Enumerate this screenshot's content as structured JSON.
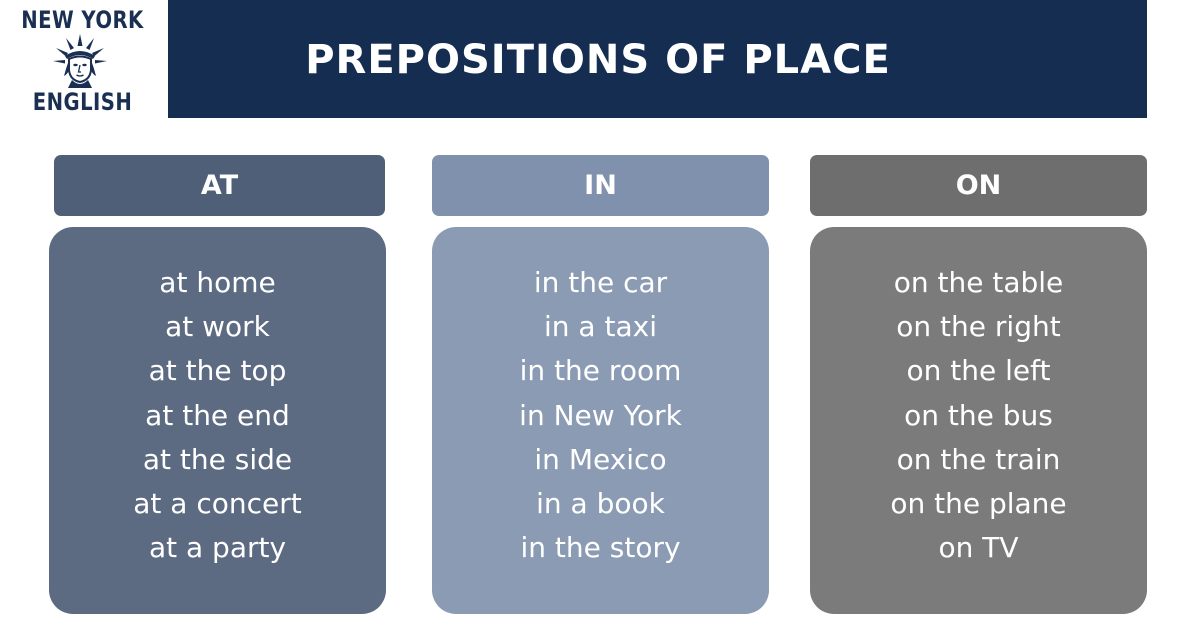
{
  "logo": {
    "line1": "NEW YORK",
    "line2": "ENGLISH",
    "icon": "statue-of-liberty-icon"
  },
  "header": {
    "title": "PREPOSITIONS OF PLACE"
  },
  "columns": [
    {
      "title": "AT",
      "items": [
        "at home",
        "at work",
        "at the top",
        "at the end",
        "at the side",
        "at a concert",
        "at a party"
      ]
    },
    {
      "title": "IN",
      "items": [
        "in the car",
        "in a taxi",
        "in the room",
        "in New York",
        "in Mexico",
        "in a book",
        "in the story"
      ]
    },
    {
      "title": "ON",
      "items": [
        "on the table",
        "on the right",
        "on the left",
        "on the bus",
        "on the train",
        "on the plane",
        "on TV"
      ]
    }
  ],
  "colors": {
    "banner": "#142d50",
    "logo_text": "#1a2f52",
    "at_header": "#4f5f78",
    "at_box": "#5c6a82",
    "in_header": "#8091ad",
    "in_box": "#8b9bb3",
    "on_header": "#6e6e6e",
    "on_box": "#7b7b7b"
  }
}
